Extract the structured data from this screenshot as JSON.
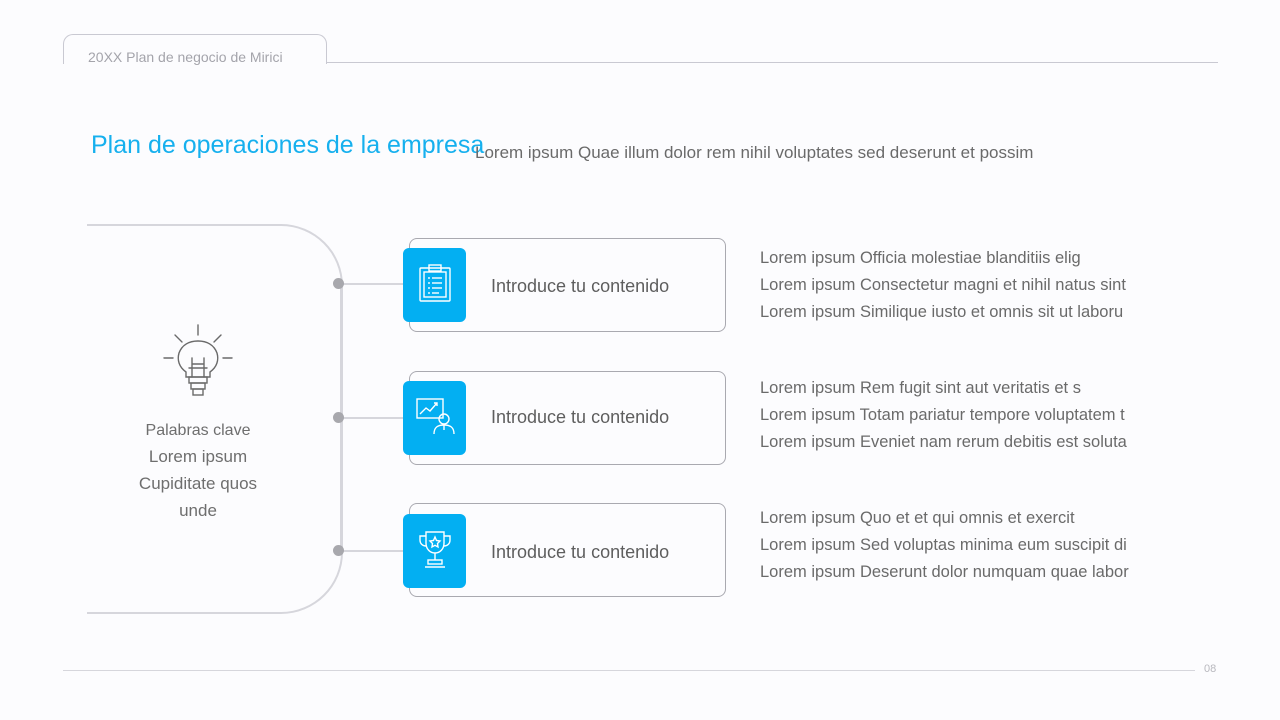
{
  "header": {
    "doc_title": "20XX Plan de negocio de Mirici"
  },
  "slide": {
    "title": "Plan de operaciones de la empresa",
    "subtitle": "Lorem ipsum Quae illum dolor rem nihil voluptates sed deserunt et possim"
  },
  "keywords": {
    "icon": "lightbulb-icon",
    "title": "Palabras clave",
    "text": "Lorem ipsum Cupiditate quos unde"
  },
  "steps": [
    {
      "icon": "clipboard-icon",
      "label": "Introduce tu contenido",
      "lines": [
        "Lorem ipsum Officia molestiae blanditiis elig",
        "Lorem ipsum Consectetur magni et nihil natus sint",
        "Lorem ipsum Similique iusto et omnis sit ut laboru"
      ]
    },
    {
      "icon": "presentation-icon",
      "label": "Introduce tu contenido",
      "lines": [
        "Lorem ipsum Rem fugit sint aut veritatis et s",
        "Lorem ipsum Totam pariatur tempore voluptatem t",
        "Lorem ipsum Eveniet nam rerum debitis est soluta"
      ]
    },
    {
      "icon": "trophy-icon",
      "label": "Introduce tu contenido",
      "lines": [
        "Lorem ipsum Quo et et qui omnis et exercit",
        "Lorem ipsum Sed voluptas minima eum suscipit di",
        "Lorem ipsum Deserunt dolor numquam quae labor"
      ]
    }
  ],
  "footer": {
    "page_number": "08"
  },
  "colors": {
    "accent": "#03aff2",
    "title": "#16b0ee"
  }
}
